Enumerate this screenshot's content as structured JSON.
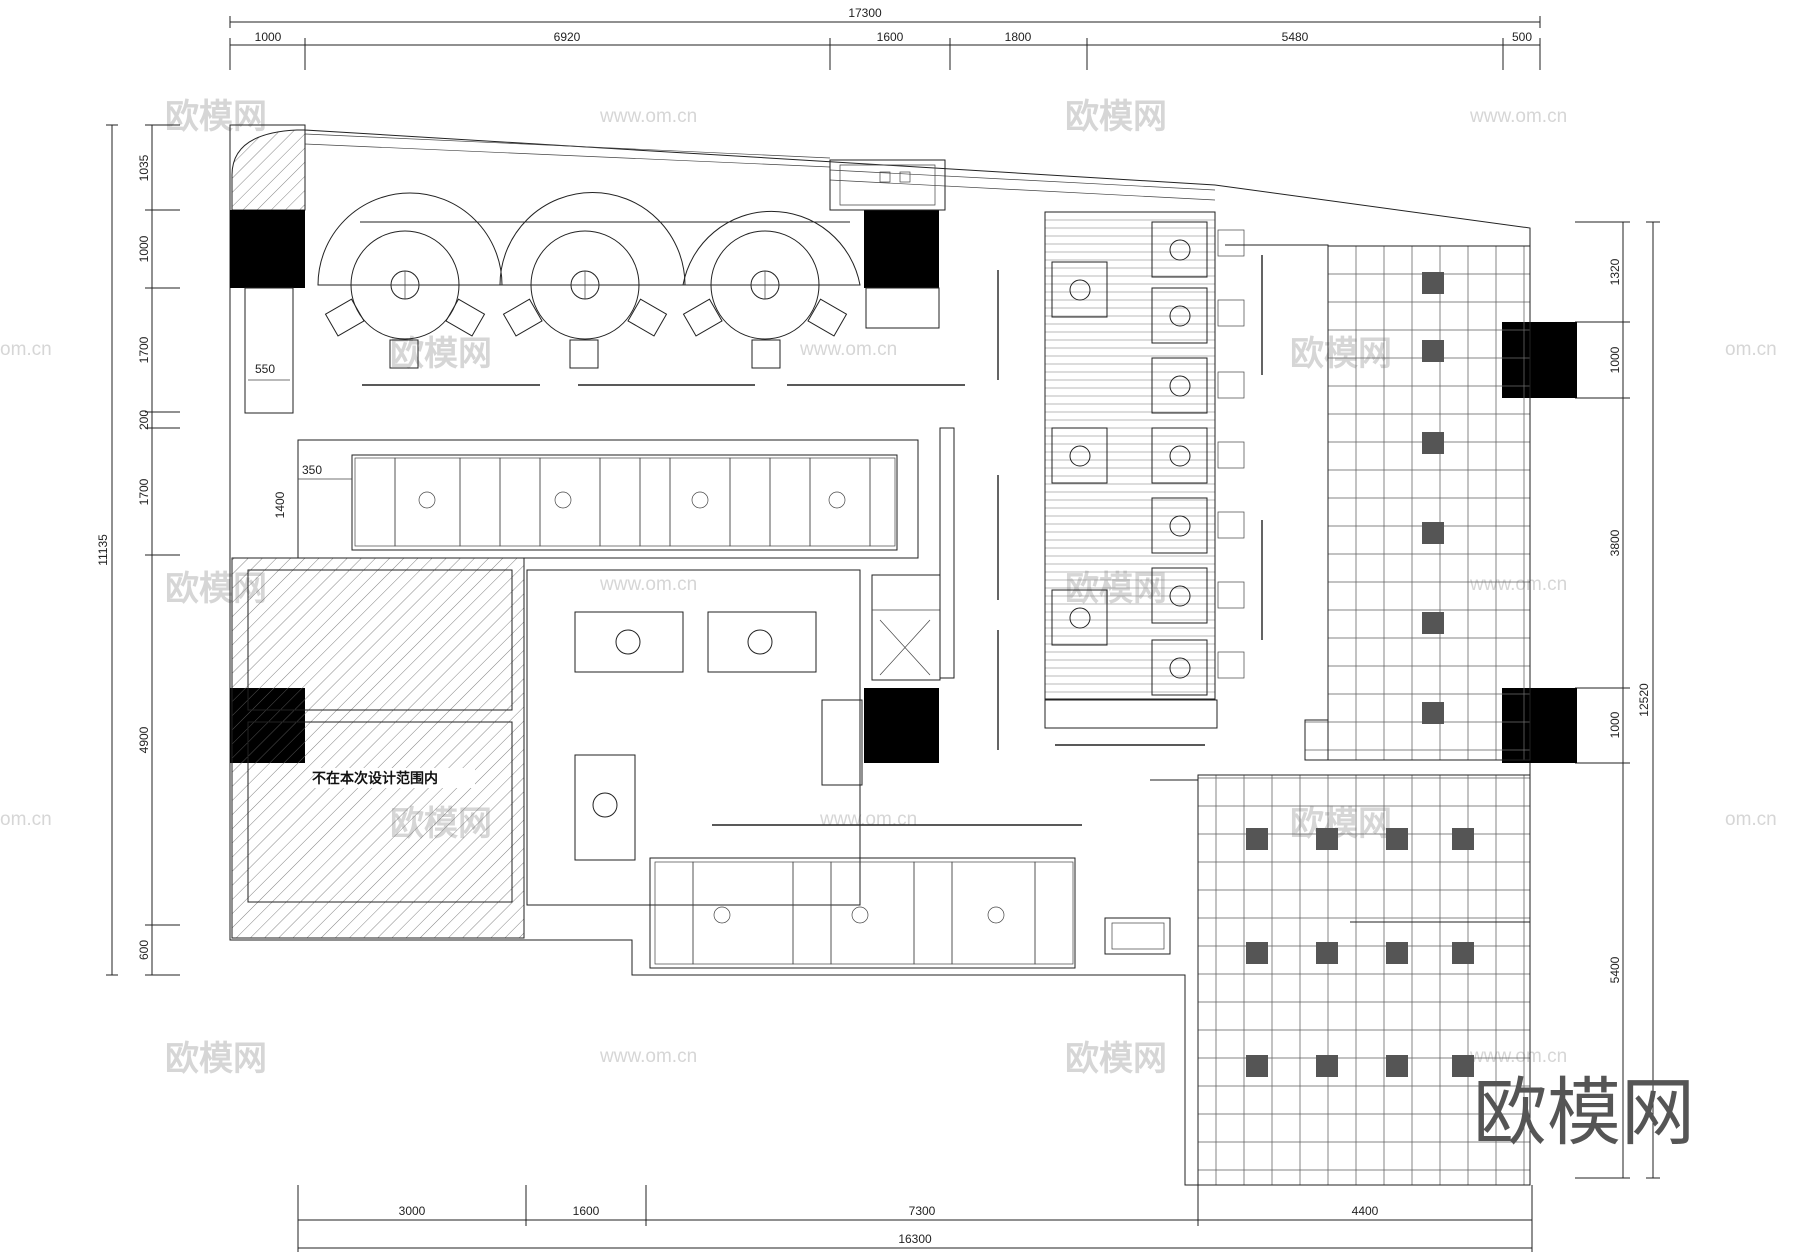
{
  "dimensions": {
    "top_total": "17300",
    "top": [
      "1000",
      "6920",
      "1600",
      "1800",
      "5480",
      "500"
    ],
    "bottom_total": "16300",
    "bottom": [
      "3000",
      "1600",
      "7300",
      "4400"
    ],
    "left_total": "11135",
    "left": [
      "1035",
      "1000",
      "1700",
      "200",
      "1700",
      "4900",
      "600"
    ],
    "right_total": "12520",
    "right": [
      "1320",
      "1000",
      "3800",
      "1000",
      "5400"
    ],
    "inner": [
      "550",
      "350",
      "1400"
    ]
  },
  "annotations": {
    "excluded_area": "不在本次设计范围内"
  },
  "watermarks": {
    "brand": "欧模网",
    "url": "www.om.cn",
    "url_short": "om.cn"
  },
  "style": {
    "line_color": "#222222",
    "column_fill": "#000000",
    "watermark_color": "#d6d6d6"
  }
}
